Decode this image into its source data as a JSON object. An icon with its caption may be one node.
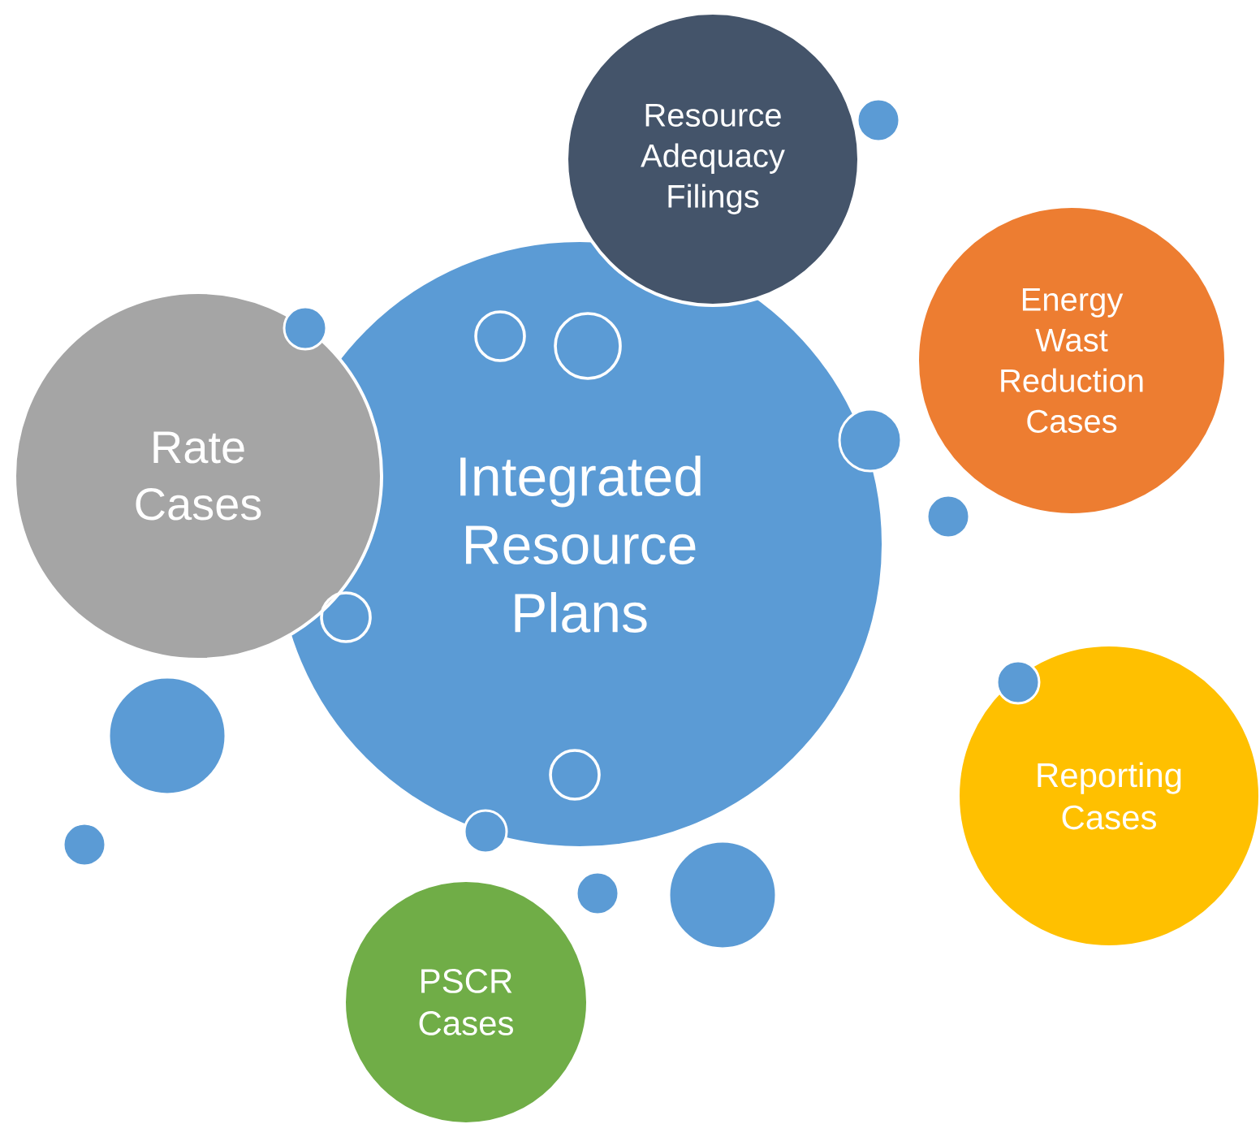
{
  "diagram": {
    "nodes": [
      {
        "text": [
          "Integrated Resource Plans"
        ]
      },
      {
        "text": [
          "Resource Adequacy Filings"
        ]
      },
      {
        "text": [
          "Rate Cases"
        ]
      },
      {
        "text": [
          "Energy Wast Reduction Cases"
        ]
      },
      {
        "text": [
          "Reporting Cases"
        ]
      },
      {
        "text": [
          "PSCR Cases"
        ]
      }
    ]
  }
}
